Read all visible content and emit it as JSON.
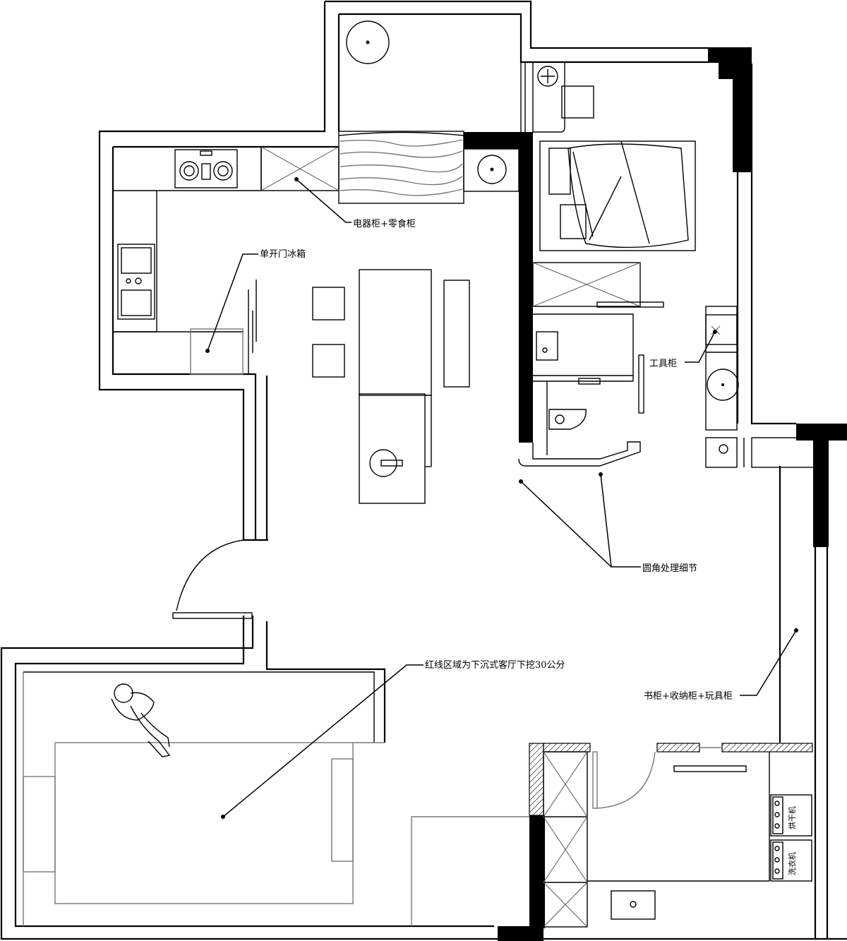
{
  "labels": {
    "appliance_cabinet": "电器柜+零食柜",
    "fridge": "单开门冰箱",
    "tool_cabinet": "工具柜",
    "rounded_corner": "圆角处理细节",
    "sunken_living": "红线区域为下沉式客厅下挖30公分",
    "storage_cabinet": "书柜+收纳柜+玩具柜",
    "dryer": "烘干机",
    "washer": "洗衣机"
  },
  "colors": {
    "wall_fill": "#000000",
    "line": "#000000",
    "furniture_line": "#777777"
  }
}
